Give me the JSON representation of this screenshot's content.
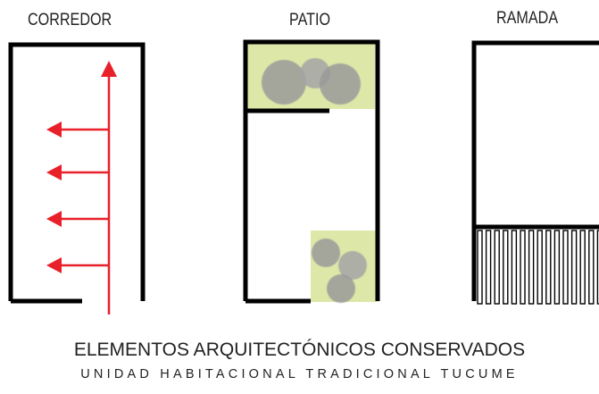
{
  "panels": {
    "corredor": {
      "label": "CORREDOR"
    },
    "patio": {
      "label": "PATIO"
    },
    "ramada": {
      "label": "RAMADA"
    }
  },
  "caption": {
    "line1": "ELEMENTOS ARQUITECTÓNICOS CONSERVADOS",
    "line2": "UNIDAD HABITACIONAL TRADICIONAL TUCUME"
  },
  "colors": {
    "wall": "#000000",
    "arrow": "#e8202a",
    "vegetation_fill": "#dde8a8",
    "tree": "#9a9a9a",
    "text": "#222222"
  },
  "icons": {
    "arrows": "red-arrow-icon",
    "trees": "tree-canopy-icon",
    "posts": "column-post-icon"
  }
}
